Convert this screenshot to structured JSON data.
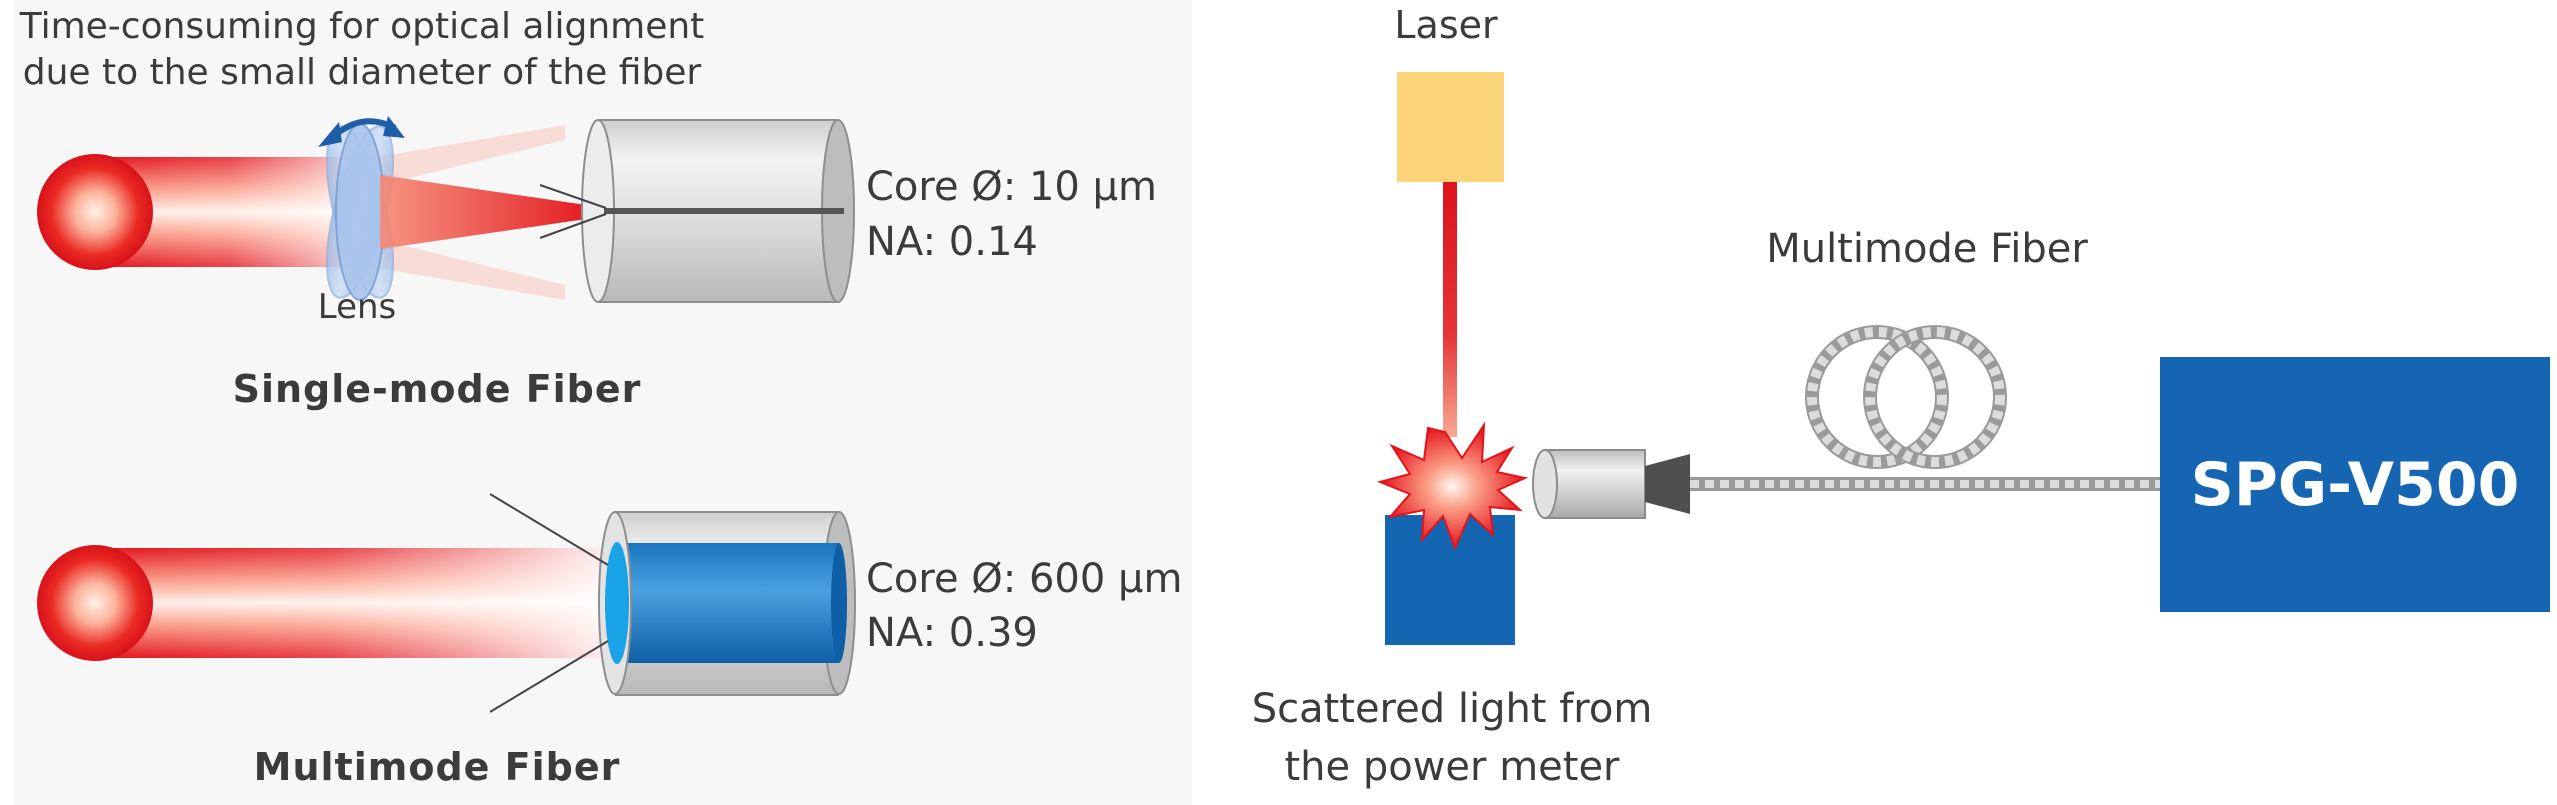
{
  "left_panel": {
    "alignment_note": {
      "line1": "Time-consuming for optical alignment",
      "line2": "due to the small diameter of the fiber"
    },
    "lens_label": "Lens",
    "single_mode": {
      "title": "Single-mode Fiber",
      "core": "Core Ø: 10 μm",
      "na": "NA: 0.14"
    },
    "multimode": {
      "title": "Multimode Fiber",
      "core": "Core Ø: 600 μm",
      "na": "NA: 0.39"
    }
  },
  "right_panel": {
    "laser_label": "Laser",
    "fiber_label": "Multimode Fiber",
    "device_label": "SPG-V500",
    "scatter_label": {
      "line1": "Scattered light from",
      "line2": "the power meter"
    }
  },
  "colors": {
    "panel_bg": "#f7f7f8",
    "beam_red": "#e8141c",
    "laser_yellow": "#fcd57a",
    "device_blue": "#1565b3",
    "power_meter_blue": "#1465b2",
    "core_blue": "#1aa3e6",
    "fiber_gray": "#d2d2d2"
  }
}
